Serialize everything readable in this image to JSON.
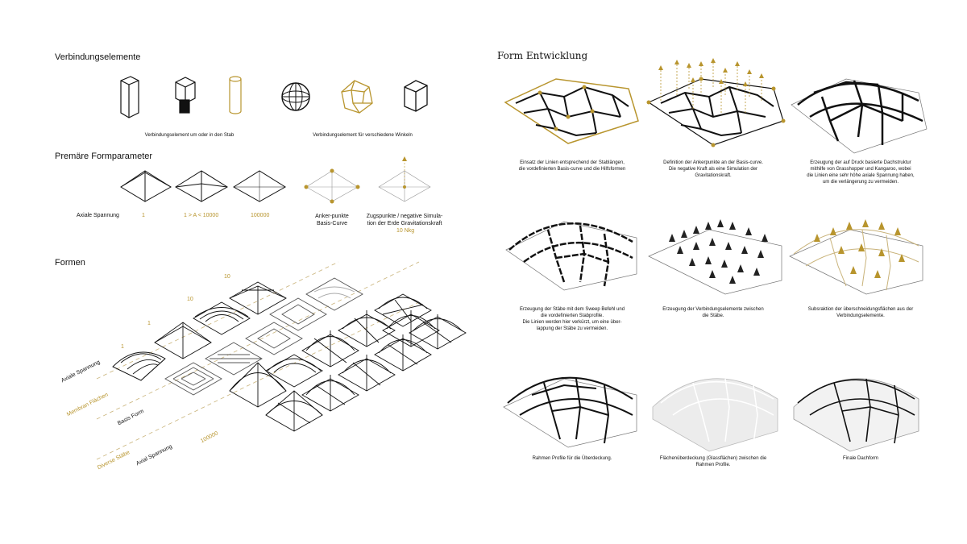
{
  "left": {
    "verbindung": {
      "title": "Verbindungselemente",
      "caption_a": "Verbindungselement um oder in den Stab",
      "caption_b": "Verbindungselement für verschiedene Winkeln"
    },
    "formparameter": {
      "title": "Premäre Formparameter",
      "row_label": "Axiale Spannung",
      "val_1": "1",
      "val_2": "1 > A < 10000",
      "val_3": "100000",
      "anker": "Anker-punkte\nBasis-Curve",
      "zug": "Zugspunkte / negative Simula-\ntion der Erde Gravitationskraft",
      "zug_value": "10 Nkg"
    },
    "formen": {
      "title": "Formen",
      "axis_axiale": "Axiale Spannung",
      "axis_membran": "Membran Flächen",
      "axis_basis": "Basis Form",
      "axis_diverse": "Diverse Stäbe",
      "axis_axial2": "Axial Spannung",
      "val_1a": "1",
      "val_1b": "1",
      "val_10a": "10",
      "val_10b": "10",
      "val_100000": "100000"
    }
  },
  "right": {
    "title": "Form Entwicklung",
    "steps": [
      {
        "caption": "Einsatz der Linien entsprechend der Stablängen,\ndie vordefinierten Basis-curve und  die Hilfsformen"
      },
      {
        "caption": "Definition der Ankerpunkte an der Basis-curve.\nDie negative Kraft als eine Simulation der\nGravitationskraft."
      },
      {
        "caption": "Erzeugung der auf Druck basierte Dachstruktur\nmithilfe von Grasshopper und Kangaroo, wobei\ndie Linien eine sehr höhe axiale Spannung haben,\num die verlängerung zu vermeiden."
      },
      {
        "caption": "Erzeugung der Stäbe mit dem Sweep Befehl und\ndie vordefinierten Stabprofile.\nDie Linien  werden hier verkürzt, um eine über-\nlappung der Stäbe zu vermeiden."
      },
      {
        "caption": "Erzeugung der Verbindungselemente zwischen\ndie Stäbe."
      },
      {
        "caption": "Subsraktion der überschneidungsflächen aus der\nVerbindungselemente."
      },
      {
        "caption": "Rahmen Profile für die Überdeckung."
      },
      {
        "caption": "Flächenüberdeckung (Glassflächen) zwischen die\nRahmen Profile."
      },
      {
        "caption": "Finale Dachform"
      }
    ]
  },
  "colors": {
    "gold": "#b8952e",
    "ink": "#111111"
  }
}
